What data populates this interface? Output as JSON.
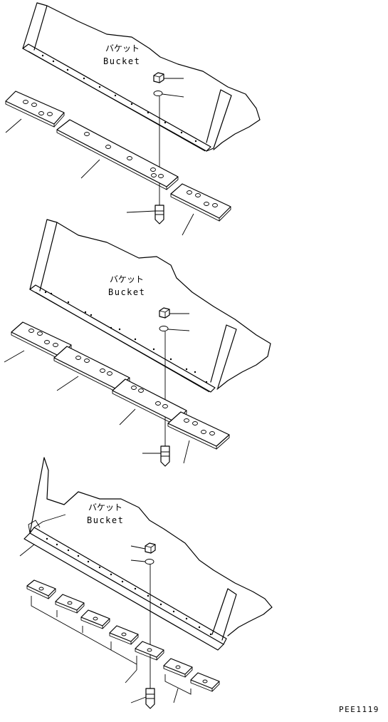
{
  "diagram": {
    "views": [
      {
        "label_ja": "バケット",
        "label_en": "Bucket"
      },
      {
        "label_ja": "バケット",
        "label_en": "Bucket"
      },
      {
        "label_ja": "バケット",
        "label_en": "Bucket"
      }
    ],
    "drawing_code": "PEE1119"
  }
}
